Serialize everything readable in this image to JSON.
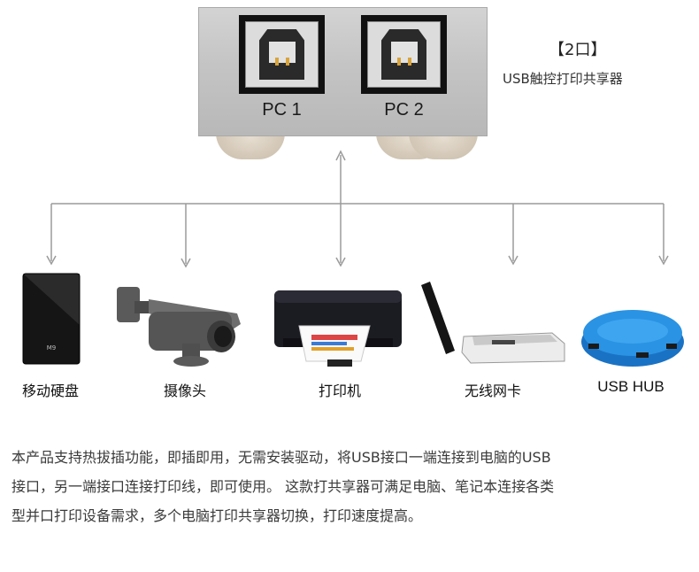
{
  "product": {
    "port_labels": [
      "PC 1",
      "PC 2"
    ],
    "feature_title": "【2口】",
    "feature_subtitle": "USB触控打印共享器"
  },
  "devices": [
    {
      "label": "移动硬盘",
      "icon": "external-hard-drive-icon",
      "print": "M9"
    },
    {
      "label": "摄像头",
      "icon": "security-camera-icon"
    },
    {
      "label": "打印机",
      "icon": "printer-icon"
    },
    {
      "label": "无线网卡",
      "icon": "wifi-adapter-icon"
    },
    {
      "label": "USB HUB",
      "icon": "usb-hub-icon"
    }
  ],
  "description": [
    "本产品支持热拔插功能，即插即用，无需安装驱动，将USB接口一端连接到电脑的USB",
    "接口，另一端接口连接打印线，即可使用。 这款打共享器可满足电脑、笔记本连接各类",
    "型并口打印设备需求，多个电脑打印共享器切换，打印速度提高。"
  ],
  "colors": {
    "line": "#9a9a9a",
    "hub_blue": "#1f86d6",
    "drive": "#151515"
  }
}
